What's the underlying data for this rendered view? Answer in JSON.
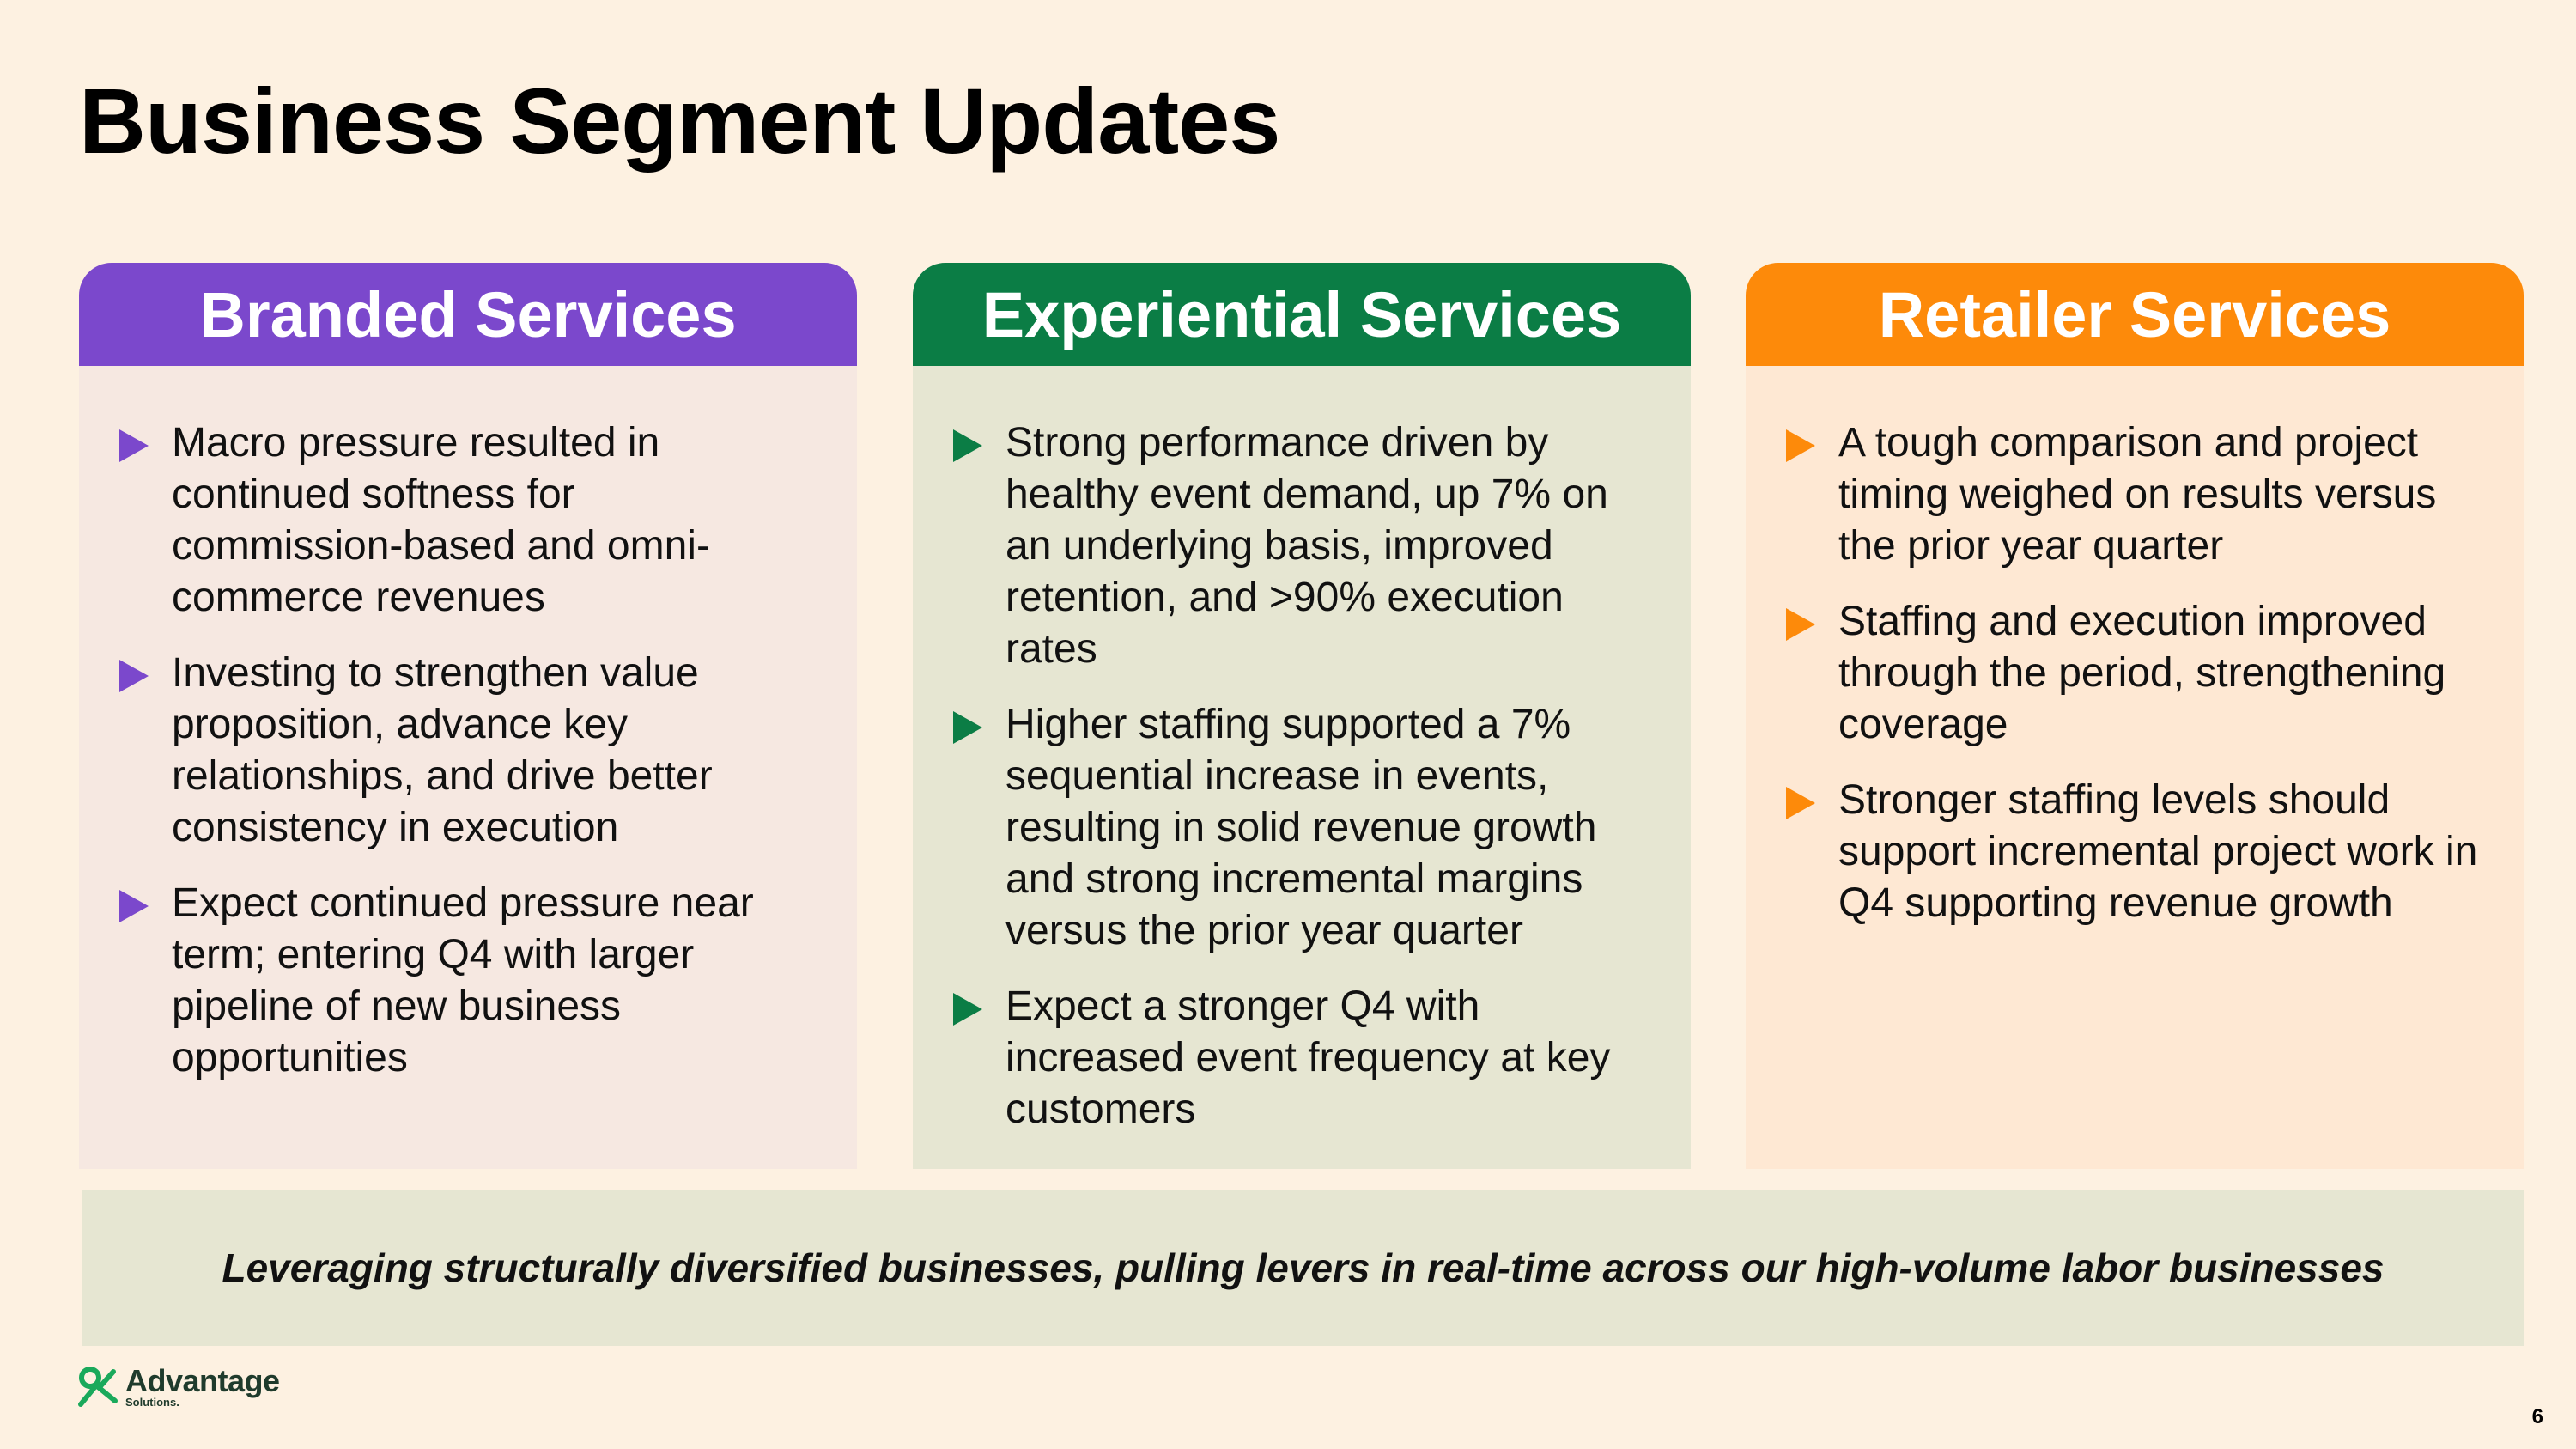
{
  "title": "Business Segment Updates",
  "cards": [
    {
      "heading": "Branded Services",
      "header_color": "#7b48cc",
      "body_color": "#f6e8e1",
      "arrow_color": "#7b48cc",
      "bullets": [
        "Macro pressure resulted in continued softness for commission-based and omni-commerce revenues",
        "Investing to strengthen value proposition, advance key relationships, and drive better consistency in execution",
        "Expect continued pressure near term; entering Q4 with larger pipeline of new business opportunities"
      ]
    },
    {
      "heading": "Experiential Services",
      "header_color": "#0b7d45",
      "body_color": "#e6e6d2",
      "arrow_color": "#0b7d45",
      "bullets": [
        "Strong performance driven by healthy event demand, up 7% on an underlying basis, improved retention, and >90% execution rates",
        "Higher staffing supported a 7% sequential increase in events, resulting in solid revenue growth and strong incremental margins versus the prior year quarter",
        "Expect a stronger Q4 with increased event frequency at key customers"
      ]
    },
    {
      "heading": "Retailer Services",
      "header_color": "#fd8a0a",
      "body_color": "#fee8d3",
      "arrow_color": "#fd8a0a",
      "bullets": [
        "A tough comparison and project timing weighed on results versus the prior year quarter",
        "Staffing and execution improved through the period, strengthening coverage",
        "Stronger staffing levels should support incremental project work in Q4 supporting revenue growth"
      ]
    }
  ],
  "banner": "Leveraging structurally diversified businesses, pulling levers in real-time across our high-volume labor businesses",
  "logo": {
    "name": "Advantage",
    "sub": "Solutions.",
    "color": "#1aa95b"
  },
  "page_number": "6"
}
